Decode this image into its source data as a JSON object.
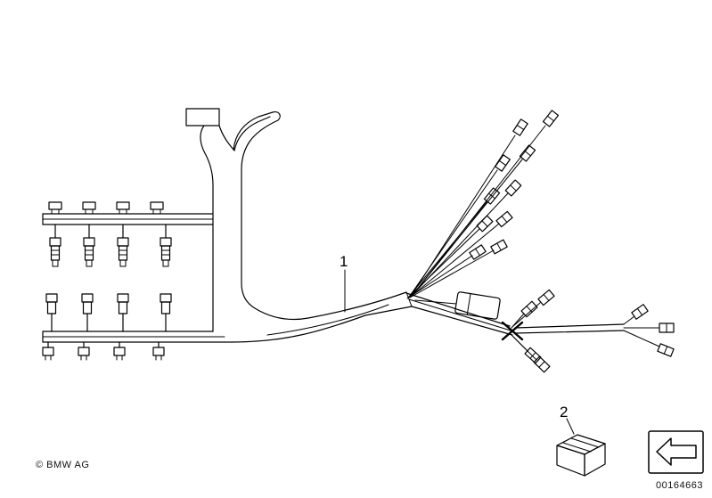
{
  "diagram": {
    "callouts": [
      {
        "label": "1"
      },
      {
        "label": "2"
      }
    ]
  },
  "footer": {
    "copyright": "© BMW AG",
    "part_number": "00164663"
  },
  "icons": {
    "back_arrow": "left-arrow-icon",
    "part_box": "carton-box-icon"
  },
  "colors": {
    "background": "#ffffff",
    "line": "#000000",
    "text": "#111111"
  }
}
